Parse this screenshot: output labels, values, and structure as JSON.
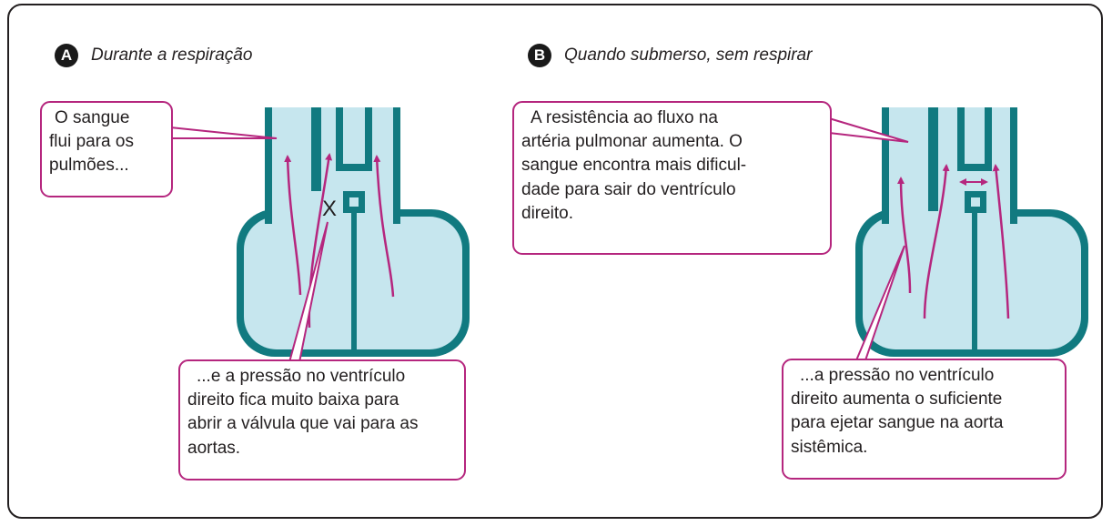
{
  "colors": {
    "wall": "#117a80",
    "blood": "#c6e6ee",
    "callout_border": "#b5267e",
    "flow_arrow": "#b5267e",
    "badge_bg": "#1a1a1a"
  },
  "panel_a": {
    "badge": "A",
    "title": "Durante a respiração",
    "valve_mark": "X",
    "callout_top": [
      "O sangue",
      "flui para os",
      "pulmões..."
    ],
    "callout_bottom": [
      "...e a pressão no ventrículo",
      "direito fica muito baixa para",
      "abrir a válvula que vai para as",
      "aortas."
    ]
  },
  "panel_b": {
    "badge": "B",
    "title": "Quando submerso, sem respirar",
    "callout_top": [
      "A resistência ao fluxo na",
      "artéria pulmonar aumenta. O",
      "sangue encontra mais dificul-",
      "dade para sair do ventrículo",
      "direito."
    ],
    "callout_bottom": [
      "...a pressão no ventrículo",
      "direito aumenta o suficiente",
      "para ejetar sangue na aorta",
      "sistêmica."
    ]
  }
}
